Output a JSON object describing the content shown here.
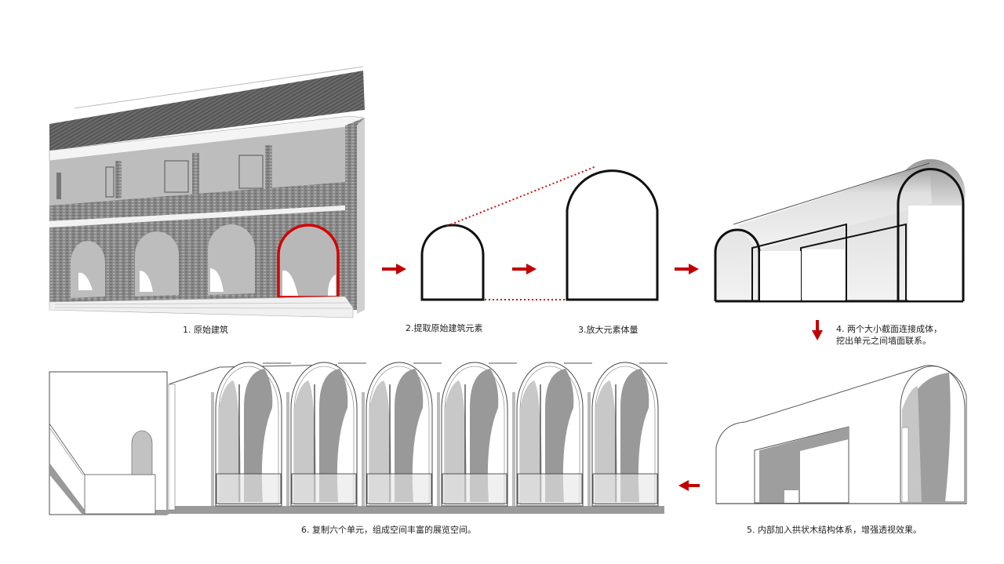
{
  "diagram": {
    "title": "Design process: from original building arch to exhibition space",
    "colors": {
      "accent_red": "#c00000",
      "outline": "#111111",
      "brick_gray": "#8c8c8c",
      "roof_dark": "#555555",
      "shade_gray": "#a8a8a8",
      "light_gray": "#d6d6d6"
    },
    "steps": [
      {
        "id": 1,
        "label": "1. 原始建筑"
      },
      {
        "id": 2,
        "label": "2.提取原始建筑元素"
      },
      {
        "id": 3,
        "label": "3.放大元素体量"
      },
      {
        "id": 4,
        "label_line1": "4. 两个大小截面连接成体，",
        "label_line2": "挖出单元之间墙面联系。"
      },
      {
        "id": 5,
        "label": "5. 内部加入拱状木结构体系，增强透视效果。"
      },
      {
        "id": 6,
        "label": "6. 复制六个单元，组成空间丰富的展览空间。"
      }
    ],
    "arrows": [
      {
        "from": 1,
        "to": 2,
        "direction": "right"
      },
      {
        "from": 2,
        "to": 3,
        "direction": "right"
      },
      {
        "from": 3,
        "to": 4,
        "direction": "right"
      },
      {
        "from": 4,
        "to": 5,
        "direction": "down"
      },
      {
        "from": 5,
        "to": 6,
        "direction": "left"
      }
    ],
    "unit_count": 6
  }
}
